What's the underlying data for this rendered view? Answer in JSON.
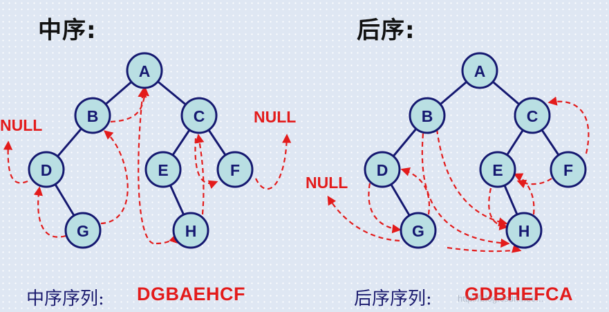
{
  "inorder": {
    "heading": "中序:",
    "null_label": "NULL",
    "null_label_right": "NULL",
    "sequence_label": "中序序列:",
    "sequence_value": "DGBAEHCF"
  },
  "postorder": {
    "heading": "后序:",
    "null_label": "NULL",
    "sequence_label": "后序序列:",
    "sequence_value": "GDBHEFCA"
  },
  "tree_nodes": [
    "A",
    "B",
    "C",
    "D",
    "E",
    "F",
    "G",
    "H"
  ],
  "watermark": "http://blog.csdn.net/...",
  "colors": {
    "background": "#dfe7f3",
    "node_fill": "#b9dfe3",
    "node_stroke": "#151870",
    "traversal_arrow": "#e31b1b",
    "highlight_text": "#e31b1b"
  }
}
